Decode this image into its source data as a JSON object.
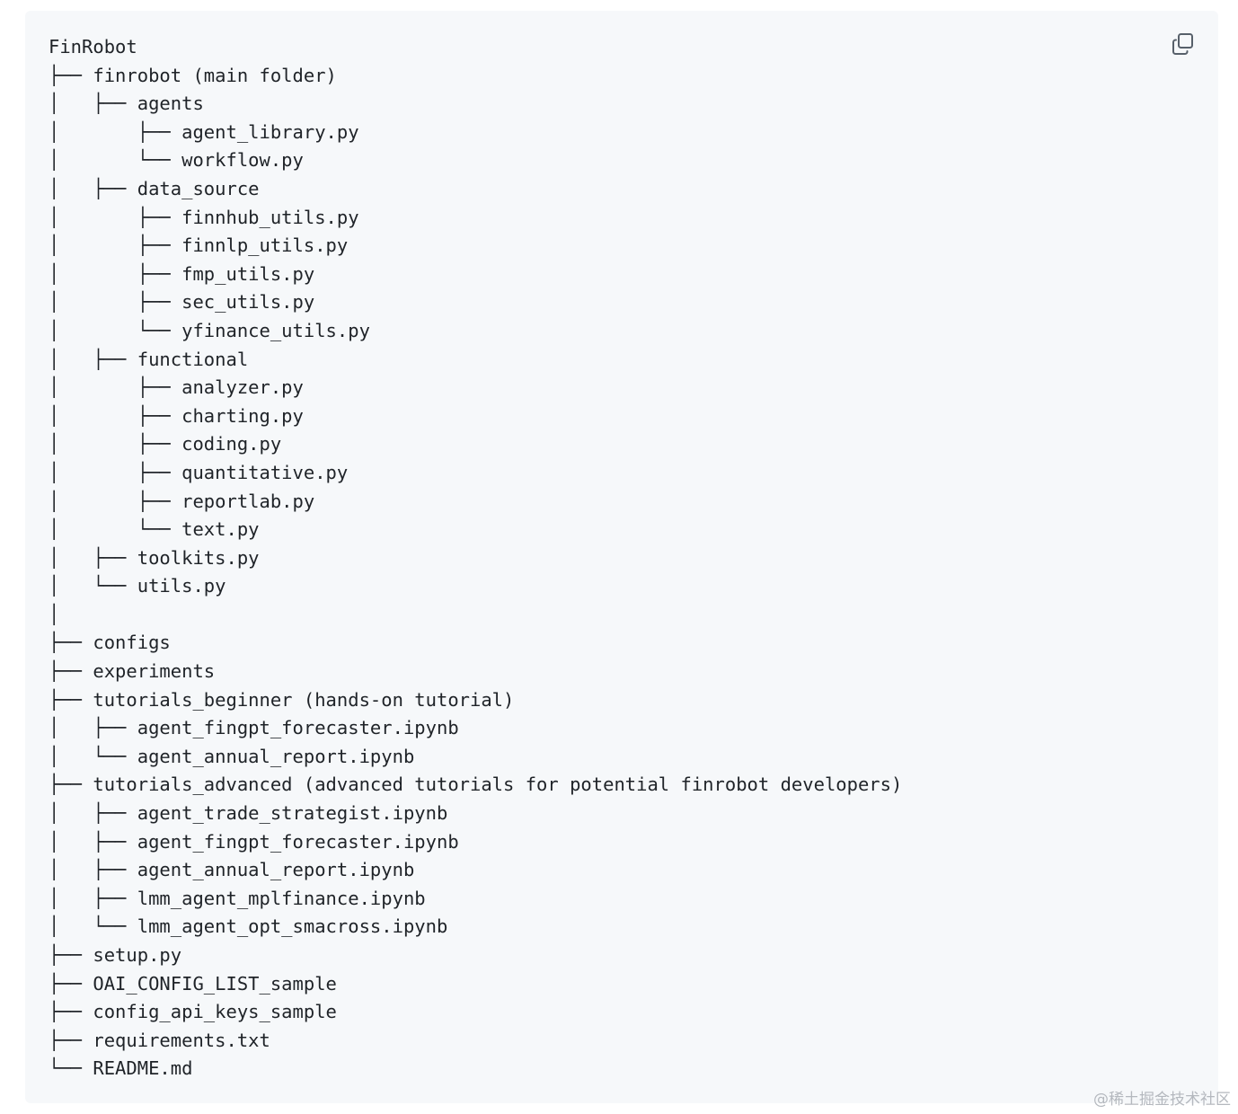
{
  "code_block": {
    "lines": [
      "FinRobot",
      "├── finrobot (main folder)",
      "│   ├── agents",
      "│       ├── agent_library.py",
      "│       └── workflow.py",
      "│   ├── data_source",
      "│       ├── finnhub_utils.py",
      "│       ├── finnlp_utils.py",
      "│       ├── fmp_utils.py",
      "│       ├── sec_utils.py",
      "│       └── yfinance_utils.py",
      "│   ├── functional",
      "│       ├── analyzer.py",
      "│       ├── charting.py",
      "│       ├── coding.py",
      "│       ├── quantitative.py",
      "│       ├── reportlab.py",
      "│       └── text.py",
      "│   ├── toolkits.py",
      "│   └── utils.py",
      "│",
      "├── configs",
      "├── experiments",
      "├── tutorials_beginner (hands-on tutorial)",
      "│   ├── agent_fingpt_forecaster.ipynb",
      "│   └── agent_annual_report.ipynb",
      "├── tutorials_advanced (advanced tutorials for potential finrobot developers)",
      "│   ├── agent_trade_strategist.ipynb",
      "│   ├── agent_fingpt_forecaster.ipynb",
      "│   ├── agent_annual_report.ipynb",
      "│   ├── lmm_agent_mplfinance.ipynb",
      "│   └── lmm_agent_opt_smacross.ipynb",
      "├── setup.py",
      "├── OAI_CONFIG_LIST_sample",
      "├── config_api_keys_sample",
      "├── requirements.txt",
      "└── README.md"
    ],
    "copy_icon": "copy-icon"
  },
  "watermark": "@稀土掘金技术社区",
  "colors": {
    "panel_background": "#f6f8fa",
    "text": "#1f2328",
    "icon": "#57606a",
    "watermark": "#b4b8be"
  }
}
